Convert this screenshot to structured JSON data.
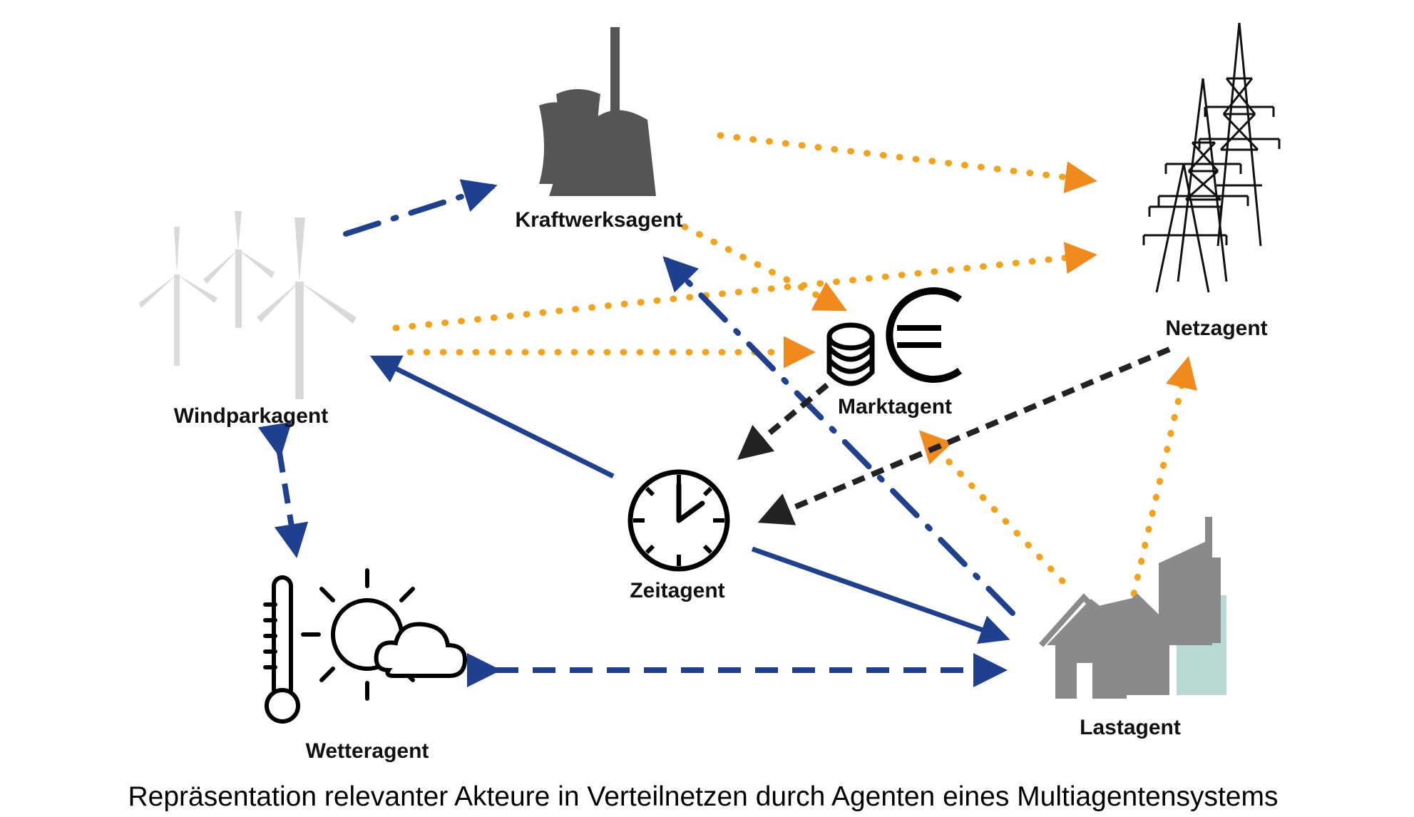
{
  "caption": "Repräsentation relevanter Akteure in Verteilnetzen durch Agenten eines Multiagentensystems",
  "agents": {
    "kraftwerk": {
      "label": "Kraftwerksagent",
      "icon": "power-plant-icon"
    },
    "netz": {
      "label": "Netzagent",
      "icon": "power-pylon-icon"
    },
    "windpark": {
      "label": "Windparkagent",
      "icon": "wind-turbine-icon"
    },
    "markt": {
      "label": "Marktagent",
      "icon": "coins-euro-icon"
    },
    "zeit": {
      "label": "Zeitagent",
      "icon": "clock-icon"
    },
    "wetter": {
      "label": "Wetteragent",
      "icon": "weather-thermometer-sun-cloud-icon"
    },
    "last": {
      "label": "Lastagent",
      "icon": "houses-factory-icon"
    }
  },
  "colors": {
    "blue": "#1f3f8f",
    "orange_dot": "#f5a21b",
    "orange_head": "#f08a1c",
    "black_dash": "#222222",
    "icon_gray": "#555555",
    "icon_light": "#d9d9d9",
    "load_gray": "#8a8a8a",
    "load_teal": "#b9d9d3"
  }
}
